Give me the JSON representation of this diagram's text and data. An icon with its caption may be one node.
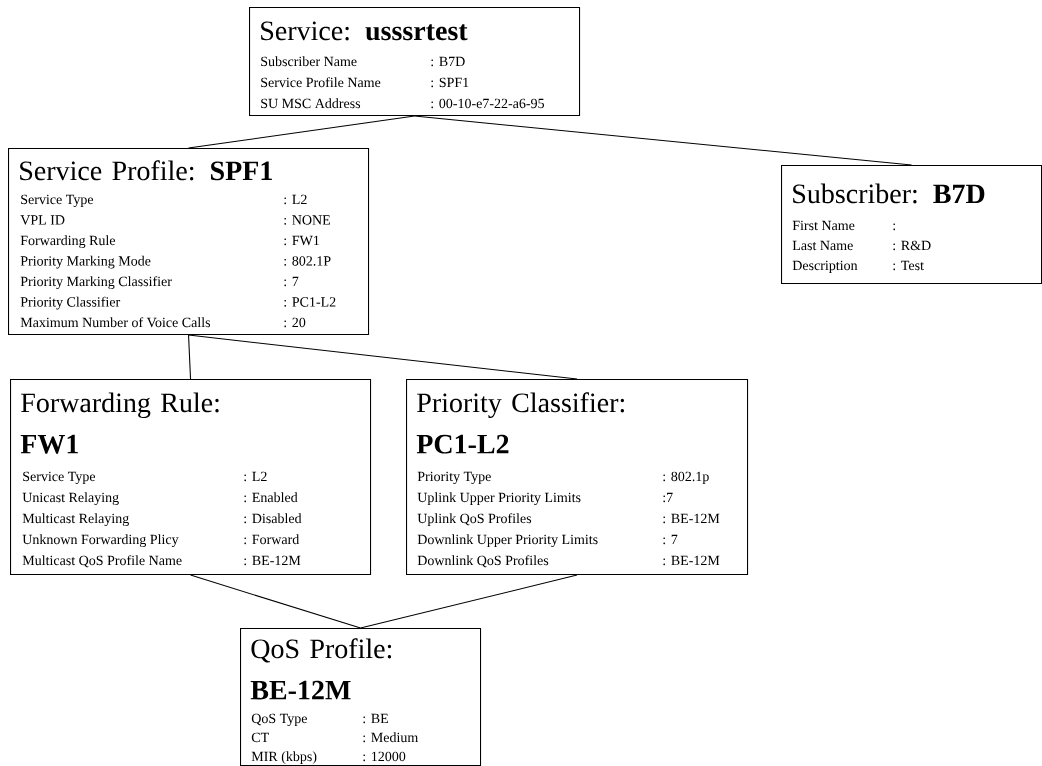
{
  "diagram": {
    "nodes": [
      {
        "text": [
          "Service: **usssrtest**",
          "Subscriber Name",
          ": B7D",
          "Service Profile Name",
          ": SPF1",
          "SU MSC Address",
          ": 00-10-e7-22-a6-95"
        ]
      },
      {
        "text": [
          "Service Profile: **SPF1**",
          "Service Type",
          ": L2",
          "VPL ID",
          ": NONE",
          "Forwarding Rule",
          ": FW1",
          "Priority Marking Mode",
          ": 802.1P",
          "Priority Marking Classifier",
          ": 7",
          "Priority Classifier",
          ": PC1-L2",
          "Maximum Number of Voice Calls",
          ": 20"
        ]
      },
      {
        "text": [
          "Subscriber: **B7D**",
          "First Name",
          ":",
          "Last Name",
          ": R&D",
          "Description",
          ": Test"
        ]
      },
      {
        "text": [
          "Forwarding Rule: **FW1**",
          "Service Type",
          ": L2",
          "Unicast Relaying",
          ": Enabled",
          "Multicast Relaying",
          ": Disabled",
          "Unknown Forwarding Plicy",
          ": Forward",
          "Multicast QoS Profile Name",
          ": BE-12M"
        ]
      },
      {
        "text": [
          "Priority Classifier: **PC1-L2**",
          "Priority Type",
          ": 802.1p",
          "Uplink Upper Priority Limits",
          ":7",
          "Uplink QoS Profiles",
          ": BE-12M",
          "Downlink Upper Priority Limits",
          ": 7",
          "Downlink QoS Profiles",
          ": BE-12M"
        ]
      },
      {
        "text": [
          "QoS Profile: **BE-12M**",
          "QoS Type",
          ": BE",
          "CT",
          ": Medium",
          "MIR (kbps)",
          ": 12000"
        ]
      }
    ],
    "edges": [
      {
        "from": 0,
        "to": 1,
        "arrow": "none"
      },
      {
        "from": 0,
        "to": 2,
        "arrow": "none"
      },
      {
        "from": 1,
        "to": 3,
        "arrow": "none"
      },
      {
        "from": 1,
        "to": 4,
        "arrow": "none"
      },
      {
        "from": 3,
        "to": 5,
        "arrow": "none"
      },
      {
        "from": 4,
        "to": 5,
        "arrow": "none"
      }
    ]
  }
}
